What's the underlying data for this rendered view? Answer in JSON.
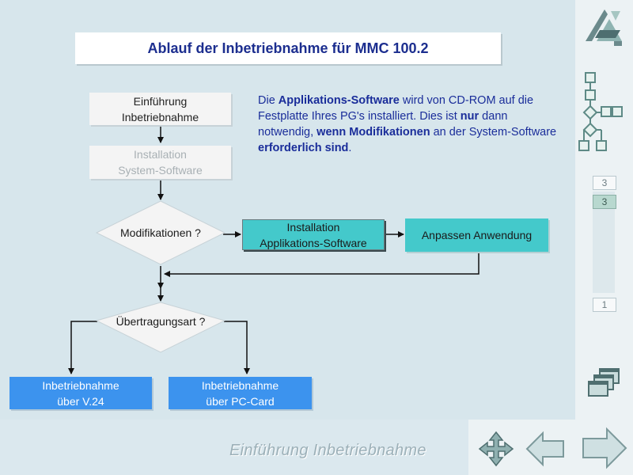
{
  "header": {
    "title": "Ablauf der Inbetriebnahme für MMC 100.2"
  },
  "intro": {
    "segments": [
      {
        "text": "Die ",
        "bold": false
      },
      {
        "text": "Applikations-Software",
        "bold": true
      },
      {
        "text": " wird von CD-ROM auf die Festplatte Ihres PG's installiert. Dies ist ",
        "bold": false
      },
      {
        "text": "nur",
        "bold": true
      },
      {
        "text": " dann notwendig, ",
        "bold": false
      },
      {
        "text": "wenn Modifikationen",
        "bold": true
      },
      {
        "text": " an der System-Software ",
        "bold": false
      },
      {
        "text": "erforderlich sind",
        "bold": true
      },
      {
        "text": ".",
        "bold": false
      }
    ]
  },
  "flow": {
    "step_intro": "Einführung\nInbetriebnahme",
    "step_system_install": "Installation\nSystem-Software",
    "decision_modifications": "Modifikationen ?",
    "step_app_install": "Installation\nApplikations-Software",
    "step_adapt": "Anpassen Anwendung",
    "decision_transfer": "Übertragungsart ?",
    "step_v24": "Inbetriebnahme\nüber V.24",
    "step_pccard": "Inbetriebnahme\nüber PC-Card"
  },
  "pager": {
    "top": "3",
    "current": "3",
    "bottom": "1"
  },
  "footer": {
    "section_title": "Einführung Inbetriebnahme"
  },
  "icons": [
    "logo-icon",
    "flowchart-icon",
    "windows-icon",
    "move-icon",
    "back-arrow-icon",
    "forward-arrow-icon"
  ],
  "colors": {
    "title": "#1c2e8f",
    "teal": "#44c9cb",
    "blue": "#3c93ee",
    "background": "#d7e6ec"
  }
}
